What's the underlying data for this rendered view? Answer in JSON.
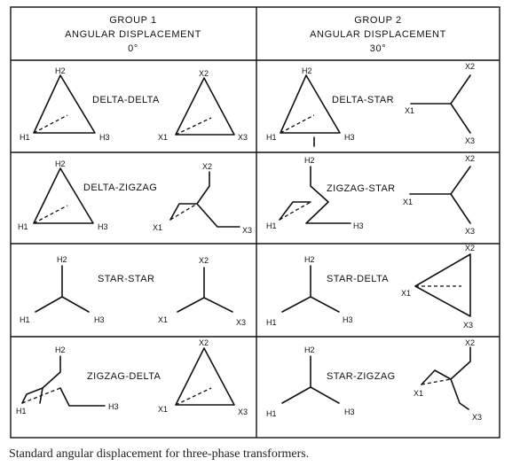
{
  "group1": {
    "title": "GROUP 1",
    "subtitle": "ANGULAR DISPLACEMENT",
    "angle": "0°"
  },
  "group2": {
    "title": "GROUP 2",
    "subtitle": "ANGULAR DISPLACEMENT",
    "angle": "30°"
  },
  "cells": [
    {
      "name": "DELTA-DELTA",
      "h": [
        "H1",
        "H2",
        "H3"
      ],
      "x": [
        "X1",
        "X2",
        "X3"
      ]
    },
    {
      "name": "DELTA-STAR",
      "h": [
        "H1",
        "H2",
        "H3"
      ],
      "x": [
        "X1",
        "X2",
        "X3"
      ]
    },
    {
      "name": "DELTA-ZIGZAG",
      "h": [
        "H1",
        "H2",
        "H3"
      ],
      "x": [
        "X1",
        "X2",
        "X3"
      ]
    },
    {
      "name": "ZIGZAG-STAR",
      "h": [
        "H1",
        "H2",
        "H3"
      ],
      "x": [
        "X1",
        "X2",
        "X3"
      ]
    },
    {
      "name": "STAR-STAR",
      "h": [
        "H1",
        "H2",
        "H3"
      ],
      "x": [
        "X1",
        "X2",
        "X3"
      ]
    },
    {
      "name": "STAR-DELTA",
      "h": [
        "H1",
        "H2",
        "H3"
      ],
      "x": [
        "X1",
        "X2",
        "X3"
      ]
    },
    {
      "name": "ZIGZAG-DELTA",
      "h": [
        "H1",
        "H2",
        "H3"
      ],
      "x": [
        "X1",
        "X2",
        "X3"
      ]
    },
    {
      "name": "STAR-ZIGZAG",
      "h": [
        "H1",
        "H2",
        "H3"
      ],
      "x": [
        "X1",
        "X2",
        "X3"
      ]
    }
  ],
  "caption": "Standard angular displacement for three-phase transformers."
}
